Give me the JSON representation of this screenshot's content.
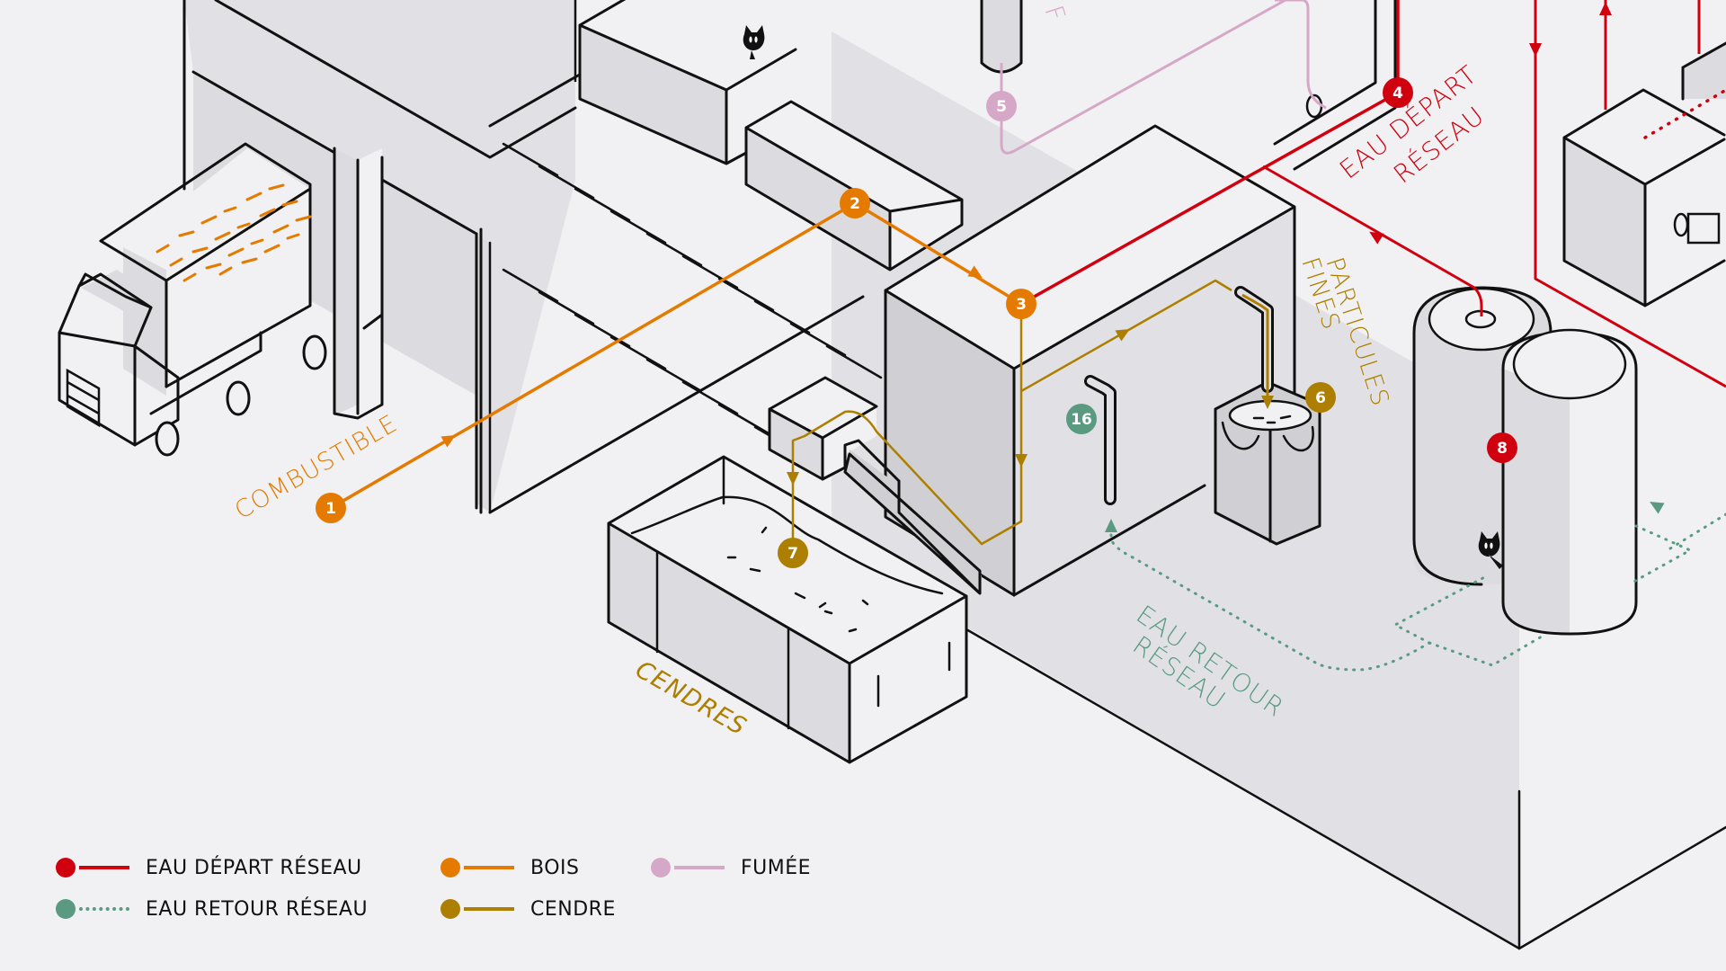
{
  "colors": {
    "eau_depart": "#d0000f",
    "eau_retour": "#5a9a80",
    "bois": "#e47b00",
    "cendre": "#ad7f00",
    "fumee": "#d6a8c8",
    "background": "#f1f1f3",
    "ink": "#111111"
  },
  "labels": {
    "combustible": "COMBUSTIBLE",
    "cendres": "CENDRES",
    "particules": "PARTICULES",
    "fines": "FINES",
    "eau_depart_1": "EAU DÉPART",
    "eau_depart_2": "RÉSEAU",
    "eau_retour_1": "EAU RETOUR",
    "eau_retour_2": "RÉSEAU",
    "fumee_partial": "F"
  },
  "markers": [
    {
      "id": "1",
      "flow": "bois"
    },
    {
      "id": "2",
      "flow": "bois"
    },
    {
      "id": "3",
      "flow": "bois"
    },
    {
      "id": "4",
      "flow": "eau_depart"
    },
    {
      "id": "5",
      "flow": "fumee"
    },
    {
      "id": "6",
      "flow": "cendre"
    },
    {
      "id": "7",
      "flow": "cendre"
    },
    {
      "id": "8",
      "flow": "eau_depart"
    },
    {
      "id": "16",
      "flow": "eau_retour"
    }
  ],
  "legend": [
    {
      "key": "eau_depart",
      "label": "EAU DÉPART RÉSEAU",
      "style": "solid"
    },
    {
      "key": "eau_retour",
      "label": "EAU RETOUR RÉSEAU",
      "style": "dotted"
    },
    {
      "key": "bois",
      "label": "BOIS",
      "style": "solid"
    },
    {
      "key": "cendre",
      "label": "CENDRE",
      "style": "solid"
    },
    {
      "key": "fumee",
      "label": "FUMÉE",
      "style": "solid"
    }
  ]
}
